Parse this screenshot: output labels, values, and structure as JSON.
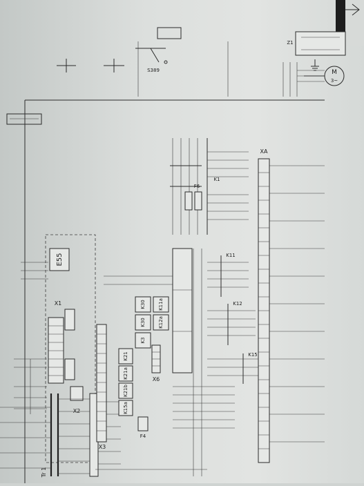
{
  "board_label": "E55",
  "transformer_label": "Tr 1",
  "connector_labels": {
    "x1": "X1",
    "x2": "X2",
    "x3": "X3",
    "x6": "X6",
    "xa": "XA"
  },
  "relay_boxes": [
    "K21",
    "K21a",
    "K21b",
    "K30",
    "K30",
    "K3",
    "K11a",
    "K12a",
    "K15a"
  ],
  "contactor_labels": [
    "K1",
    "K11",
    "K12",
    "K15"
  ],
  "fuse_labels": [
    "F4",
    "F6"
  ],
  "switch_label": "S389",
  "filter_label": "Z1",
  "motor": {
    "label": "M",
    "phase": "3~"
  },
  "colors": {
    "ink": "#2a2a2a",
    "paper": "#dcdfdd"
  }
}
